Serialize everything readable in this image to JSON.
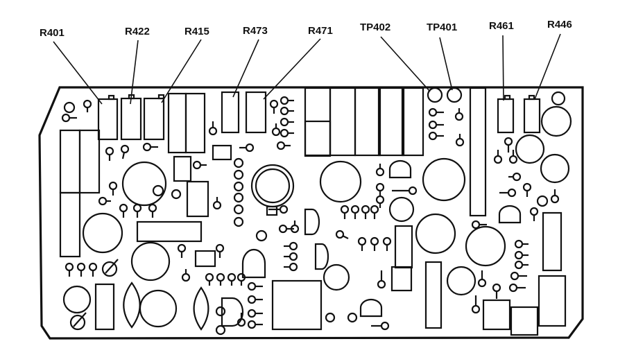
{
  "diagram": {
    "type": "circuit-board-component-layout",
    "callouts": [
      {
        "label": "R401"
      },
      {
        "label": "R422"
      },
      {
        "label": "R415"
      },
      {
        "label": "R473"
      },
      {
        "label": "R471"
      },
      {
        "label": "TP402"
      },
      {
        "label": "TP401"
      },
      {
        "label": "R461"
      },
      {
        "label": "R446"
      }
    ]
  }
}
